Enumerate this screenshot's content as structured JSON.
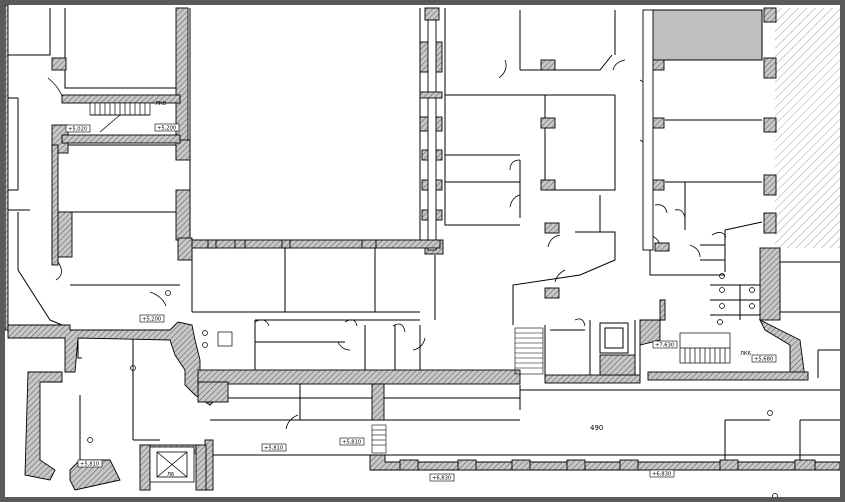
{
  "plan": {
    "room_number": "490",
    "stairs": {
      "lk8": "ЛК8",
      "lk6": "ЛК6"
    },
    "elevator": "Л6",
    "levels": {
      "l1": "+5,020",
      "l2": "+5,200",
      "l3": "+5,200",
      "l4": "+5,810",
      "l5": "+5,810",
      "l6": "+5,810",
      "l7": "+7,630",
      "l8": "+5,680",
      "l9": "+6,830",
      "l10": "+6,830"
    },
    "colors": {
      "wall_fill": "#bdbdbd",
      "line": "#000000",
      "shaded_room": "#bfbfbf",
      "frame": "#5a5a5a"
    }
  }
}
